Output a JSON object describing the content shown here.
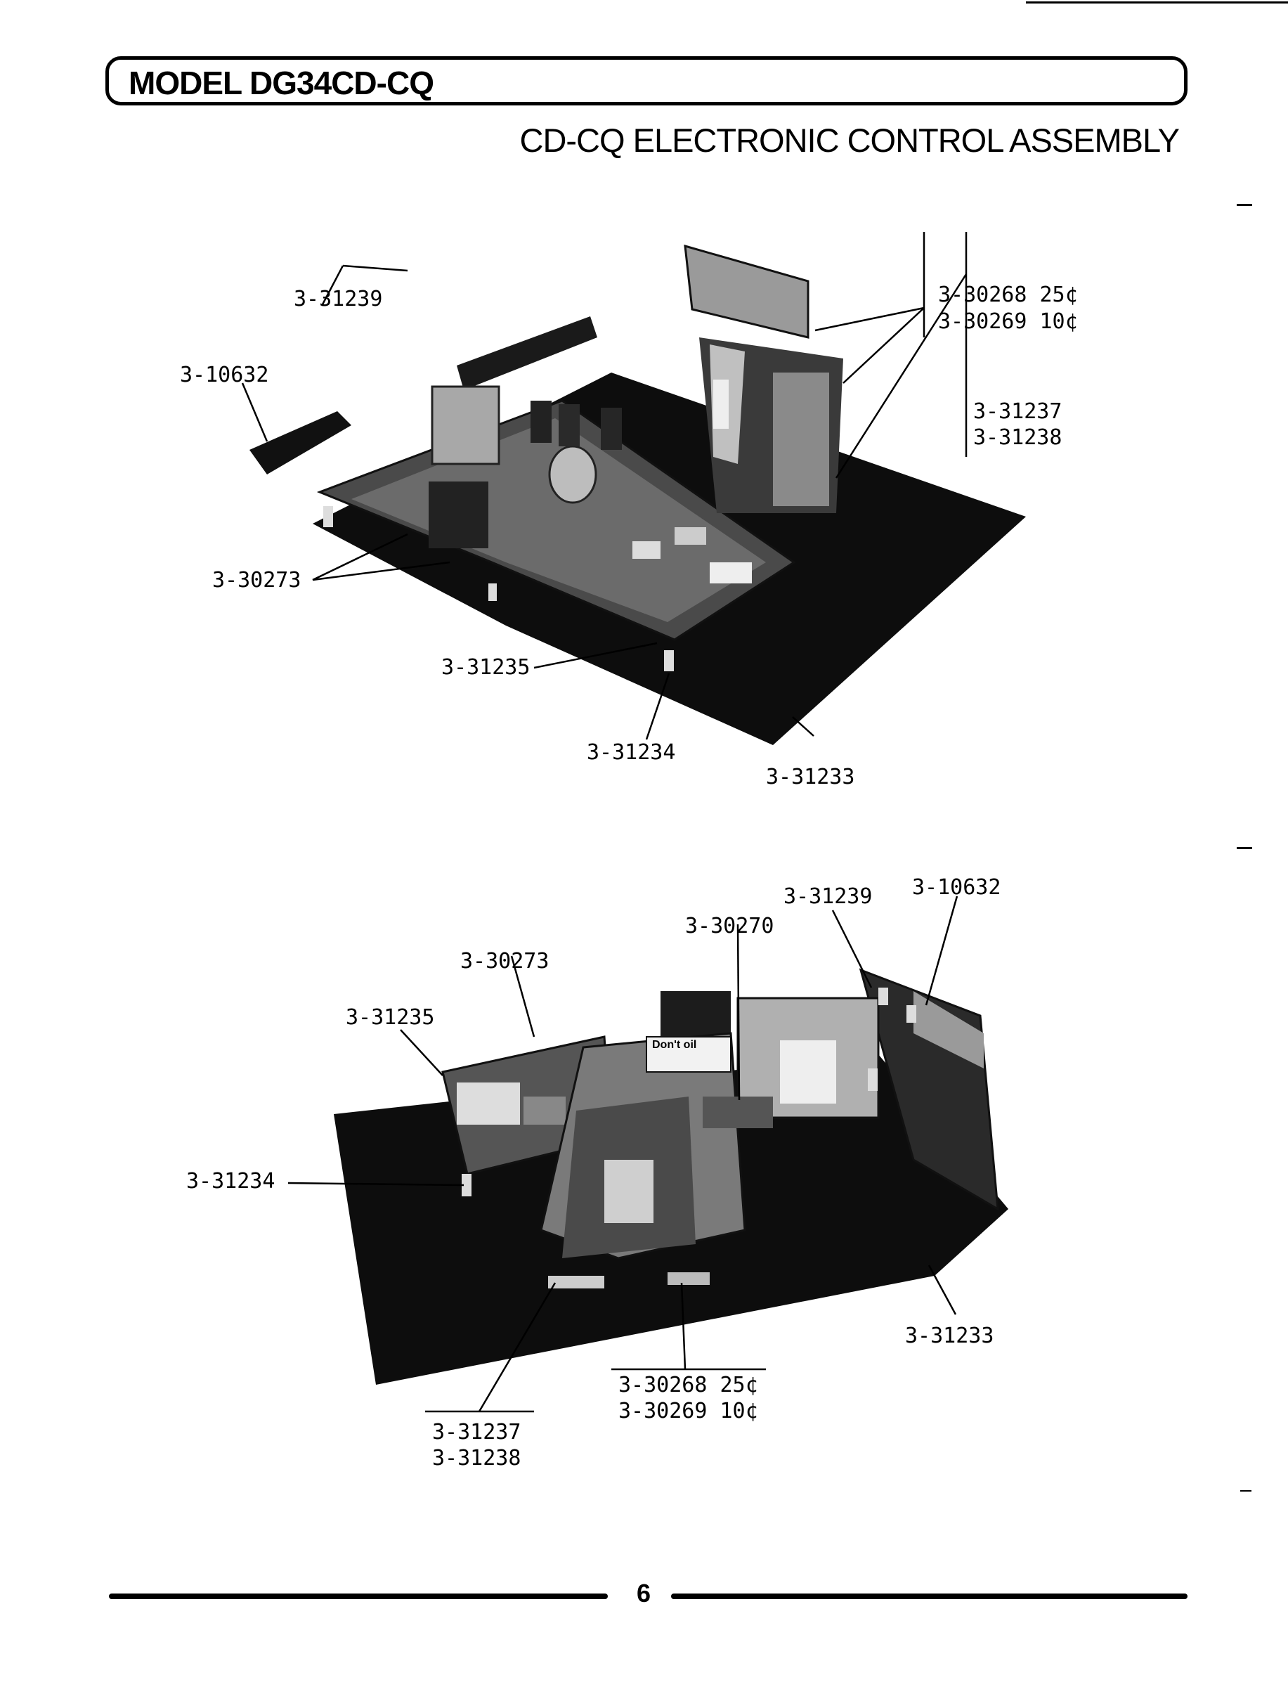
{
  "header": {
    "model_title": "MODEL DG34CD-CQ",
    "subtitle": "CD-CQ ELECTRONIC CONTROL ASSEMBLY"
  },
  "figure_top": {
    "callouts": {
      "p_31239": "3-31239",
      "p_10632": "3-10632",
      "p_30268": "3-30268 25¢",
      "p_30269": "3-30269 10¢",
      "p_31237": "3-31237",
      "p_31238": "3-31238",
      "p_30273": "3-30273",
      "p_31235": "3-31235",
      "p_31234": "3-31234",
      "p_31233": "3-31233"
    }
  },
  "figure_bottom": {
    "callouts": {
      "p_31239": "3-31239",
      "p_10632": "3-10632",
      "p_30270": "3-30270",
      "p_30273": "3-30273",
      "p_31235": "3-31235",
      "p_31234": "3-31234",
      "p_31233": "3-31233",
      "p_30268": "3-30268 25¢",
      "p_30269": "3-30269 10¢",
      "p_31237": "3-31237",
      "p_31238": "3-31238"
    },
    "label_sticker": "Don't oil"
  },
  "footer": {
    "page_number": "6"
  }
}
